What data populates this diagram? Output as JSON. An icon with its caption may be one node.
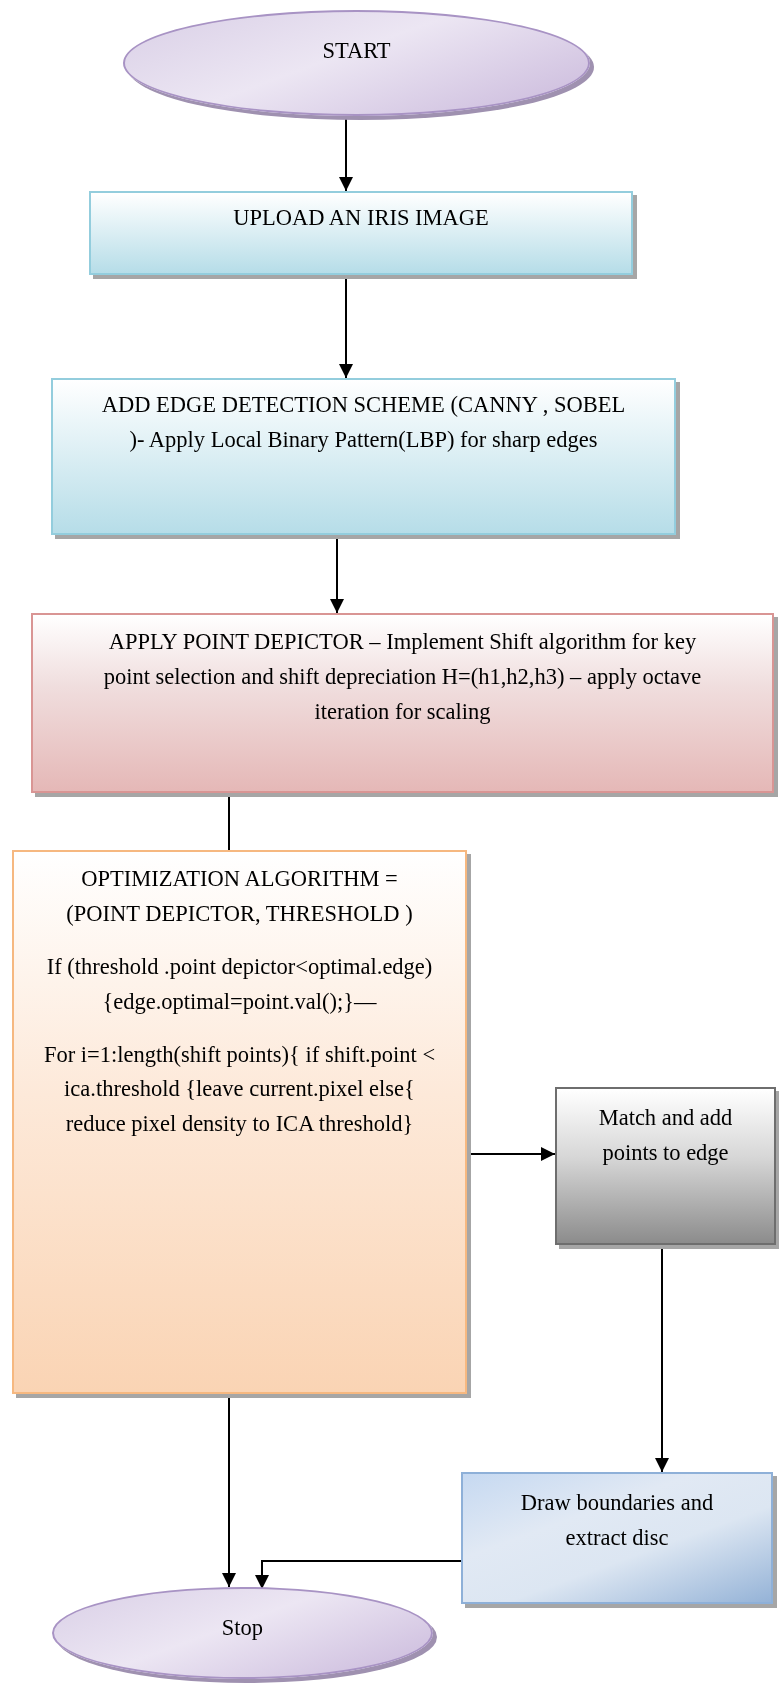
{
  "diagram": {
    "nodes": [
      {
        "text": [
          "START"
        ]
      },
      {
        "text": [
          "UPLOAD AN IRIS IMAGE"
        ]
      },
      {
        "text": [
          "ADD EDGE DETECTION SCHEME (CANNY , SOBEL )- Apply Local Binary Pattern(LBP) for sharp edges"
        ]
      },
      {
        "text": [
          "APPLY POINT DEPICTOR – Implement Shift algorithm for key point selection and shift depreciation H=(h1,h2,h3) – apply octave iteration for scaling"
        ]
      },
      {
        "text": [
          "OPTIMIZATION ALGORITHM = (POINT DEPICTOR, THRESHOLD )",
          "If (threshold .point depictor<optimal.edge) {edge.optimal=point.val();}—",
          "For i=1:length(shift points){ if shift.point < ica.threshold {leave current.pixel else{ reduce pixel density to ICA threshold}"
        ]
      },
      {
        "text": [
          "Match and add points to edge"
        ]
      },
      {
        "text": [
          "Draw boundaries and extract   disc"
        ]
      },
      {
        "text": [
          "Stop"
        ]
      }
    ],
    "edges": [
      {
        "from": 0,
        "to": 1,
        "arrow": "to"
      },
      {
        "from": 1,
        "to": 2,
        "arrow": "to"
      },
      {
        "from": 2,
        "to": 3,
        "arrow": "to"
      },
      {
        "from": 3,
        "to": 4,
        "arrow": "none"
      },
      {
        "from": 4,
        "to": 5,
        "arrow": "to"
      },
      {
        "from": 5,
        "to": 6,
        "arrow": "to"
      },
      {
        "from": 4,
        "to": 7,
        "arrow": "to"
      },
      {
        "from": 6,
        "to": 7,
        "arrow": "to"
      }
    ]
  }
}
